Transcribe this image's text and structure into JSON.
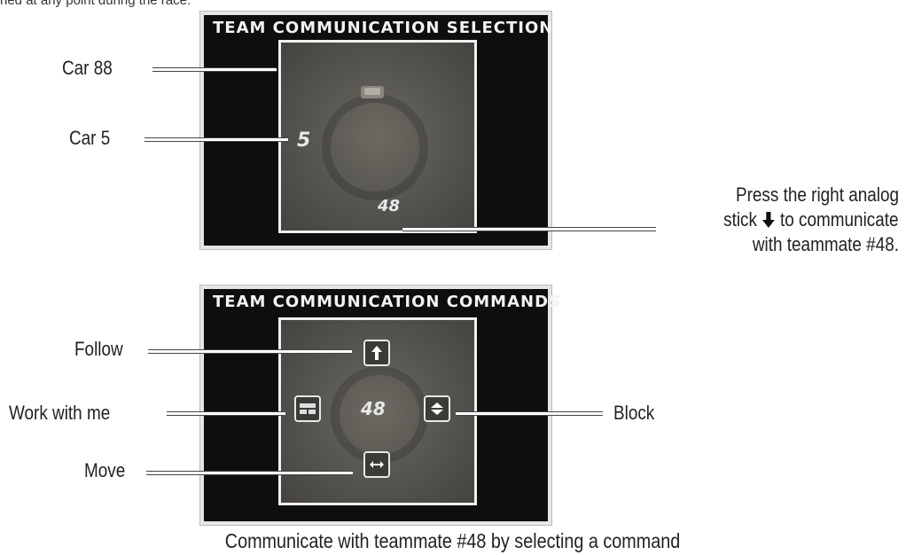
{
  "top_text": "ned at any point during the race.",
  "panel_selection": {
    "title": "TEAM COMMUNICATION SELECTION",
    "car_top_label": "Car 88",
    "car_left_label": "Car 5",
    "car_left_number": "5",
    "car_bottom_number": "48",
    "instruction_line1": "Press the right analog",
    "instruction_line2_pre": "stick",
    "instruction_line2_post": "to communicate",
    "instruction_line3": "with teammate #48."
  },
  "panel_commands": {
    "title": "TEAM COMMUNICATION COMMANDS",
    "follow_label": "Follow",
    "work_label": "Work with me",
    "move_label": "Move",
    "block_label": "Block",
    "center_number": "48"
  },
  "caption": "Communicate with teammate #48 by selecting a command",
  "icons": [
    "up-arrow-icon",
    "work-with-me-icon",
    "block-icon",
    "move-icon",
    "down-arrow-icon",
    "car-roof-icon"
  ]
}
